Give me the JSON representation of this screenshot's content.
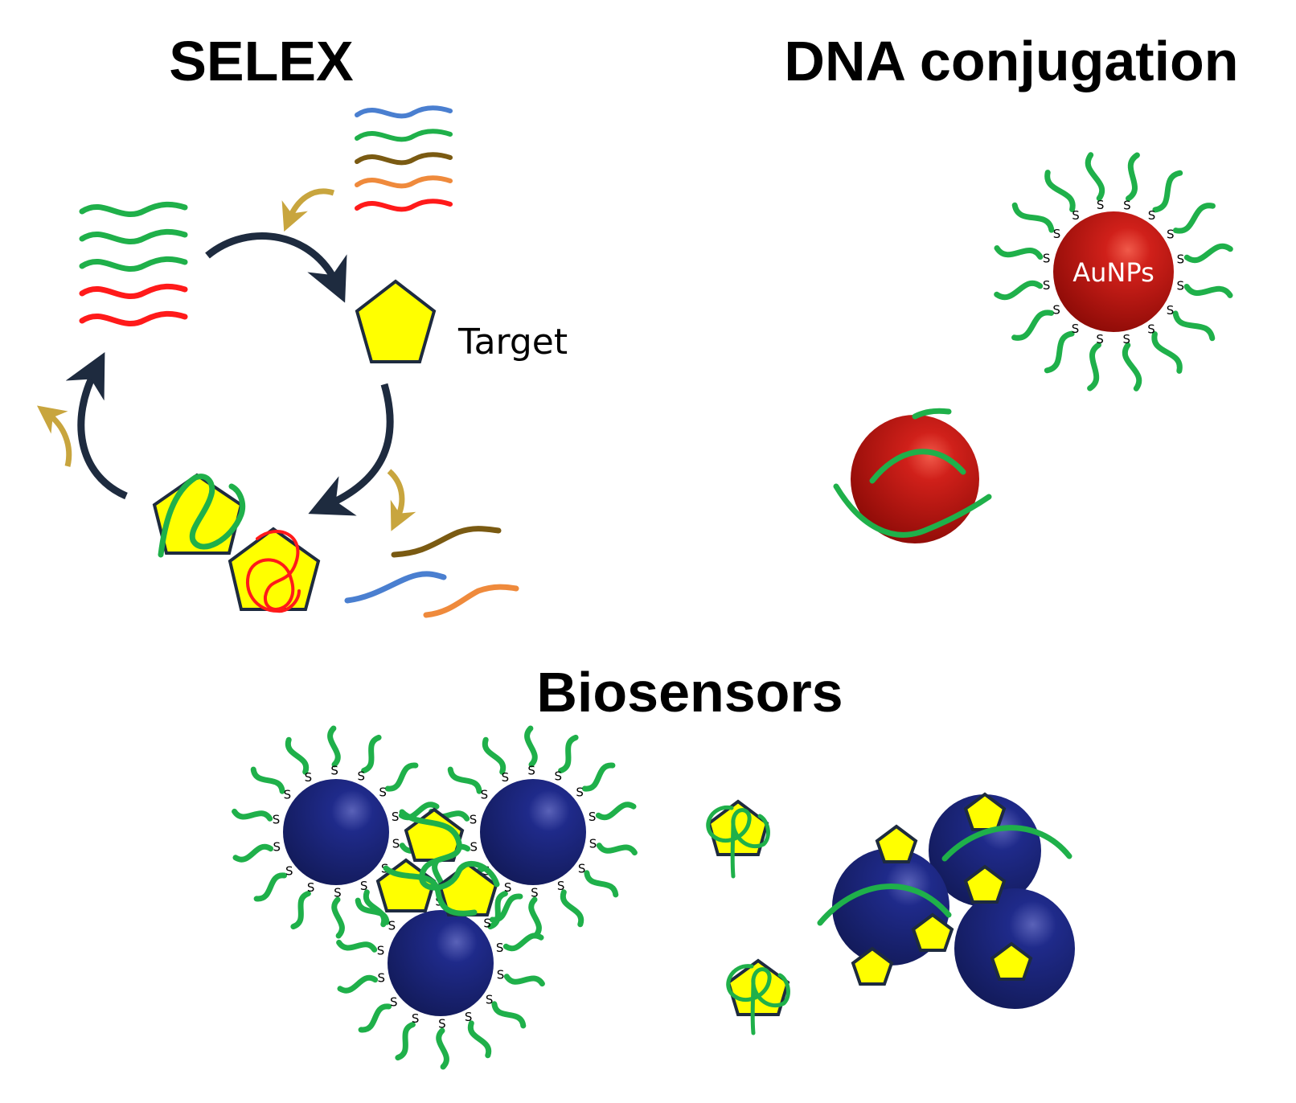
{
  "headings": {
    "selex": "SELEX",
    "dna_conjugation": "DNA conjugation",
    "biosensors": "Biosensors"
  },
  "labels": {
    "target": "Target",
    "aunps": "AuNPs",
    "thiol": "S"
  },
  "colors": {
    "aptamer_green": "#1fb04a",
    "strand_red": "#ff1a1a",
    "strand_blue": "#4a7fd0",
    "strand_brown": "#7a5a12",
    "strand_orange": "#ef8a3c",
    "gold_np": "#c0140c",
    "blue_np": "#1f2472",
    "target_yellow": "#ffff00",
    "cycle_arrow": "#1e2b3f",
    "side_arrow": "#c8a53e"
  },
  "icons": {
    "cycle": "curved-cycle-arrow-icon",
    "target": "pentagon-target-icon",
    "nanoparticle": "sphere-nanoparticle-icon",
    "strand": "dna-strand-icon"
  }
}
